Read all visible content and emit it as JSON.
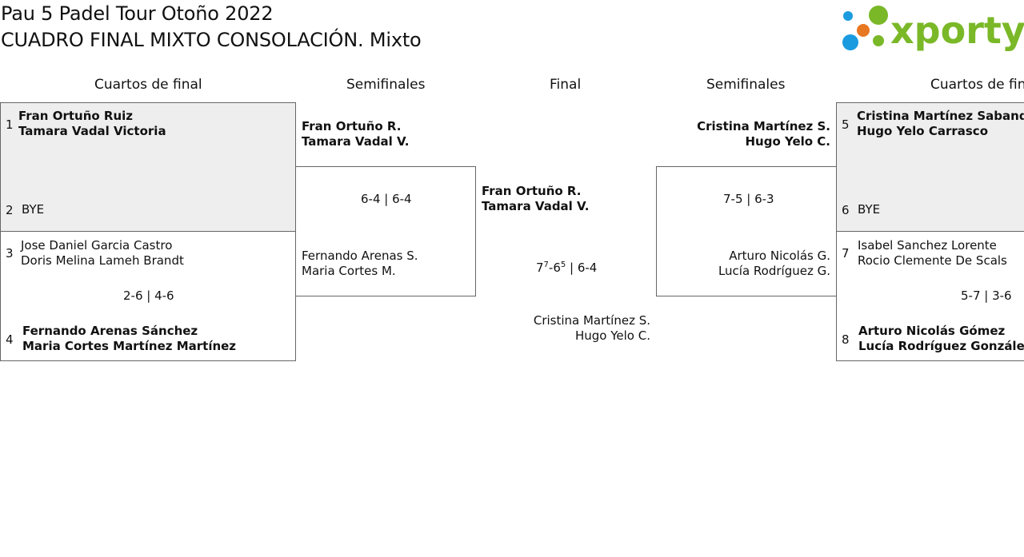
{
  "header": {
    "title": "Pau 5 Padel Tour Otoño 2022",
    "subtitle": "CUADRO FINAL MIXTO CONSOLACIÓN. Mixto",
    "logo_text": "xporty",
    "logo_colors": [
      "#1a9be0",
      "#e87722",
      "#7ab828"
    ]
  },
  "columns": {
    "left_qf": "Cuartos de final",
    "left_sf": "Semifinales",
    "final": "Final",
    "right_sf": "Semifinales",
    "right_qf": "Cuartos de final"
  },
  "left_qf": {
    "m1": {
      "seed_a": "1",
      "a1": "Fran Ortuño Ruiz",
      "a2": "Tamara Vadal Victoria",
      "seed_b": "2",
      "b1": "BYE"
    },
    "m2": {
      "seed_a": "3",
      "a1": "Jose Daniel Garcia Castro",
      "a2": "Doris Melina Lameh Brandt",
      "score": "2-6 | 4-6",
      "seed_b": "4",
      "b1": "Fernando Arenas Sánchez",
      "b2": "Maria Cortes Martínez Martínez"
    }
  },
  "left_sf": {
    "a1": "Fran Ortuño R.",
    "a2": "Tamara Vadal V.",
    "score": "6-4 | 6-4",
    "b1": "Fernando Arenas S.",
    "b2": "Maria Cortes M."
  },
  "final": {
    "a1": "Fran Ortuño R.",
    "a2": "Tamara Vadal V.",
    "s1_main": "7",
    "s1_sup": "7",
    "s1_mid": "-6",
    "s1_sup2": "5",
    "s_rest": " | 6-4",
    "b1": "Cristina Martínez S.",
    "b2": "Hugo Yelo C."
  },
  "right_sf": {
    "a1": "Cristina Martínez S.",
    "a2": "Hugo Yelo C.",
    "score": "7-5 | 6-3",
    "b1": "Arturo Nicolás G.",
    "b2": "Lucía Rodríguez G."
  },
  "right_qf": {
    "m1": {
      "seed_a": "5",
      "a1": "Cristina Martínez Sabando",
      "a2": "Hugo Yelo Carrasco",
      "seed_b": "6",
      "b1": "BYE"
    },
    "m2": {
      "seed_a": "7",
      "a1": "Isabel Sanchez Lorente",
      "a2": "Rocio Clemente De Scals",
      "score": "5-7 | 3-6",
      "seed_b": "8",
      "b1": "Arturo Nicolás Gómez",
      "b2": "Lucía Rodríguez González"
    }
  }
}
